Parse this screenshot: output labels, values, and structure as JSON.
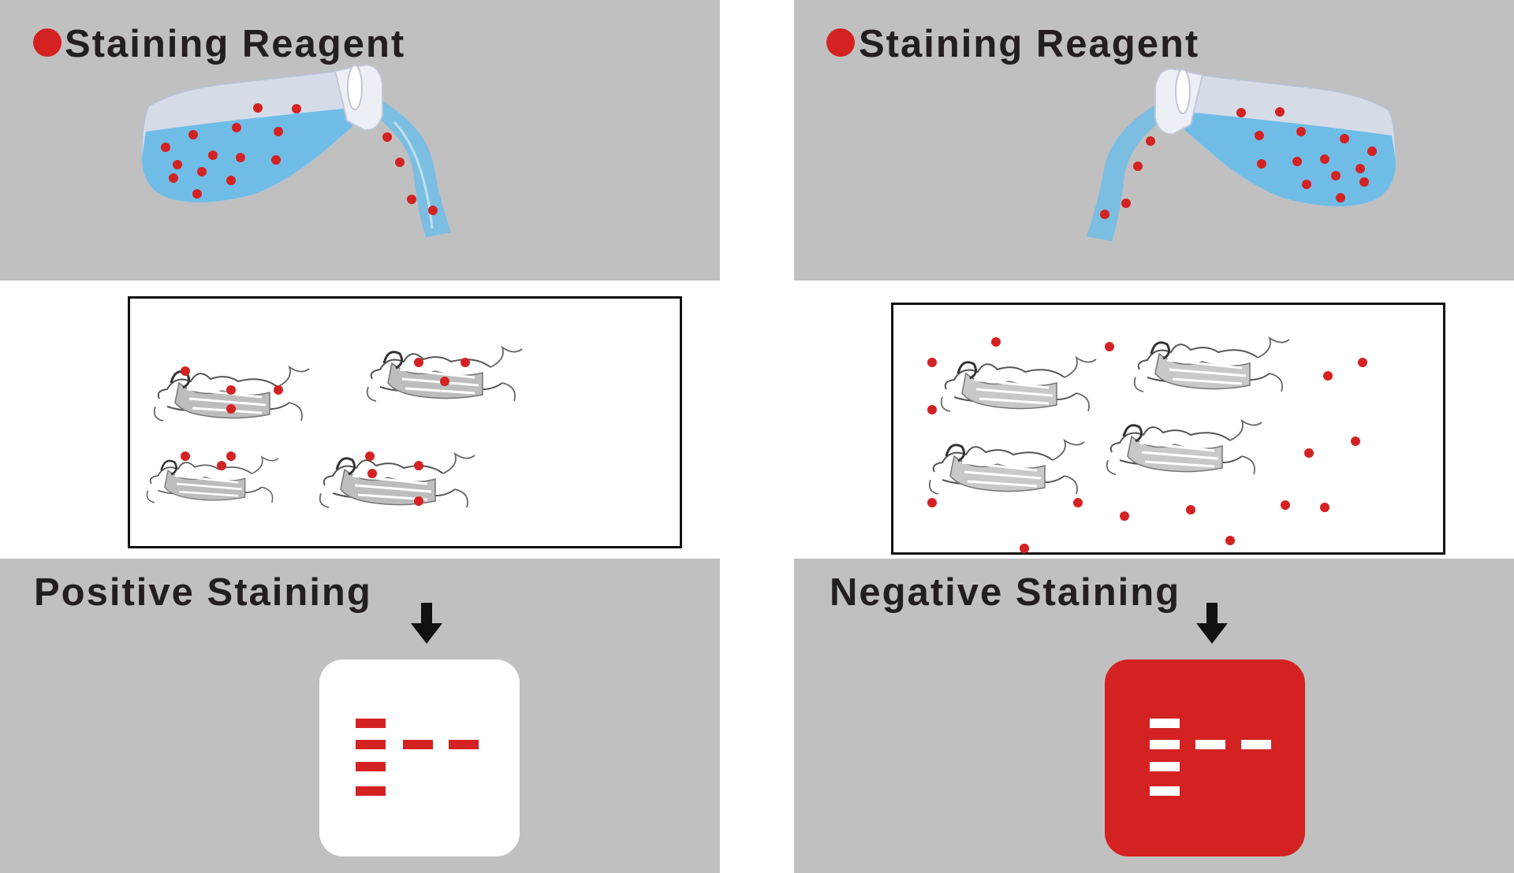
{
  "legend": {
    "label": "Staining Reagent",
    "dot_color": "#d42222"
  },
  "left": {
    "caption": "Positive Staining",
    "gel_color": "#ffffff",
    "band_color": "#d42222"
  },
  "right": {
    "caption": "Negative Staining",
    "gel_color": "#d42222",
    "band_color": "#ffffff"
  },
  "colors": {
    "panel": "#c0c0c0",
    "liquid": "#6fbde6",
    "bottle": "#d6dbe8",
    "arrow": "#111111"
  }
}
